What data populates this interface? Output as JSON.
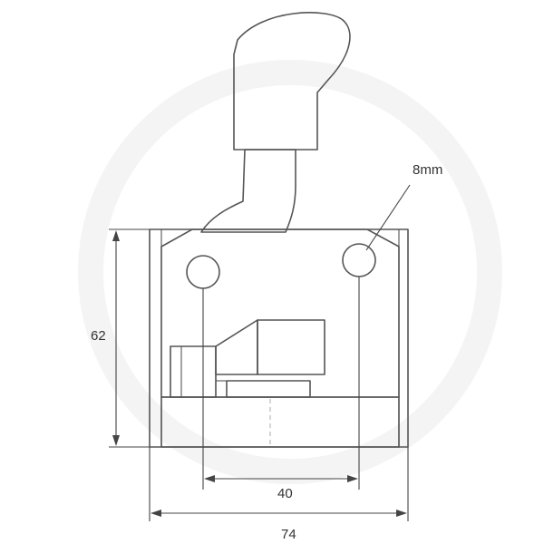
{
  "diagram": {
    "labels": {
      "hole_diameter": "8mm",
      "height": "62",
      "hole_spacing": "40",
      "width": "74"
    },
    "colors": {
      "line": "#555555",
      "fill": "#e6e6e6",
      "dots": "#8a8a8a",
      "watermark": "#f3f3f3"
    }
  }
}
